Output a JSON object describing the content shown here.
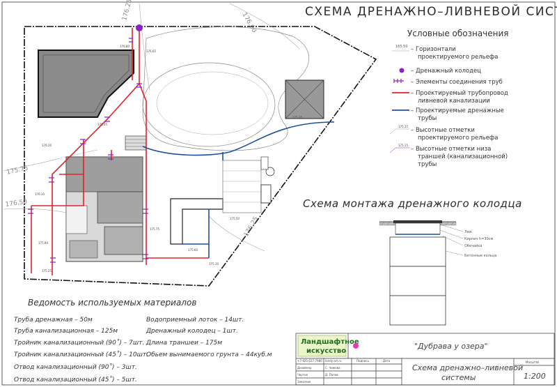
{
  "title": "СХЕМА ДРЕНАЖНО–ЛИВНЕВОЙ СИСТЕМЫ",
  "legend": {
    "heading": "Условные обозначения",
    "contour_sample": "165.50",
    "elev_sample_a": "175.15",
    "elev_sample_b": "175.15",
    "items": [
      {
        "line1": "– Горизонтали",
        "line2": "проектируемого рельефа"
      },
      {
        "line1": "– Дренажный колодец",
        "line2": ""
      },
      {
        "line1": "– Элементы соединения труб",
        "line2": ""
      },
      {
        "line1": "– Проектируемый трубопровод",
        "line2": "ливневой канализации"
      },
      {
        "line1": "– Проектируемые дренажные",
        "line2": "трубы"
      },
      {
        "line1": "– Высотные отметки",
        "line2": "проектируемого рельефа"
      },
      {
        "line1": "– Высотные отметки низа",
        "line2": "траншей (канализационной)",
        "line3": "трубы"
      }
    ]
  },
  "well": {
    "title": "Схема монтажа дренажного колодца",
    "labels": [
      "Люк",
      "Кирпич h=30см",
      "Обечайка",
      "Бетонные кольца"
    ]
  },
  "materials": {
    "heading": "Ведомость используемых материалов",
    "left": [
      "Труба дренажная – 50м",
      "Труба канализационная – 125м",
      "Тройник канализационный (90˚) – 7шт.",
      "Тройник канализационный (45˚) – 10шт.",
      "Отвод канализационный (90˚) – 3шт.",
      "Отвод канализационный (45˚) – 5шт."
    ],
    "right": [
      "Водоприемный лоток – 14шт.",
      "Дренажный колодец – 1шт.",
      "Длина траншеи – 175м",
      "Обьем вынимаемого грунта – 44куб.м"
    ]
  },
  "stamp": {
    "logo_line1": "Ландшафтное",
    "logo_line2": "искусство",
    "project": "\"Дубрава у озера\"",
    "sheet_title_1": "Схема дренажно–ливневой",
    "sheet_title_2": "системы",
    "phone": "+7-925-517-7980",
    "site": "landy-art.ru",
    "col_sign": "Подпись",
    "col_date": "Дата",
    "role1": "Дизайнер",
    "name1": "С. Чижова",
    "role2": "Чертил",
    "name2": "Д. Попов",
    "role3": "Заказчик",
    "scale_label": "Масштаб",
    "scale": "1:200"
  },
  "plan": {
    "contours": [
      "175.75",
      "176.50",
      "176.25",
      "176.00",
      "176.25"
    ],
    "elev_marks": [
      "176.80",
      "176.65",
      "176.45",
      "176.20",
      "176.10",
      "175.90",
      "175.75",
      "175.60",
      "175.50",
      "175.35",
      "175.25",
      "175.10"
    ]
  }
}
